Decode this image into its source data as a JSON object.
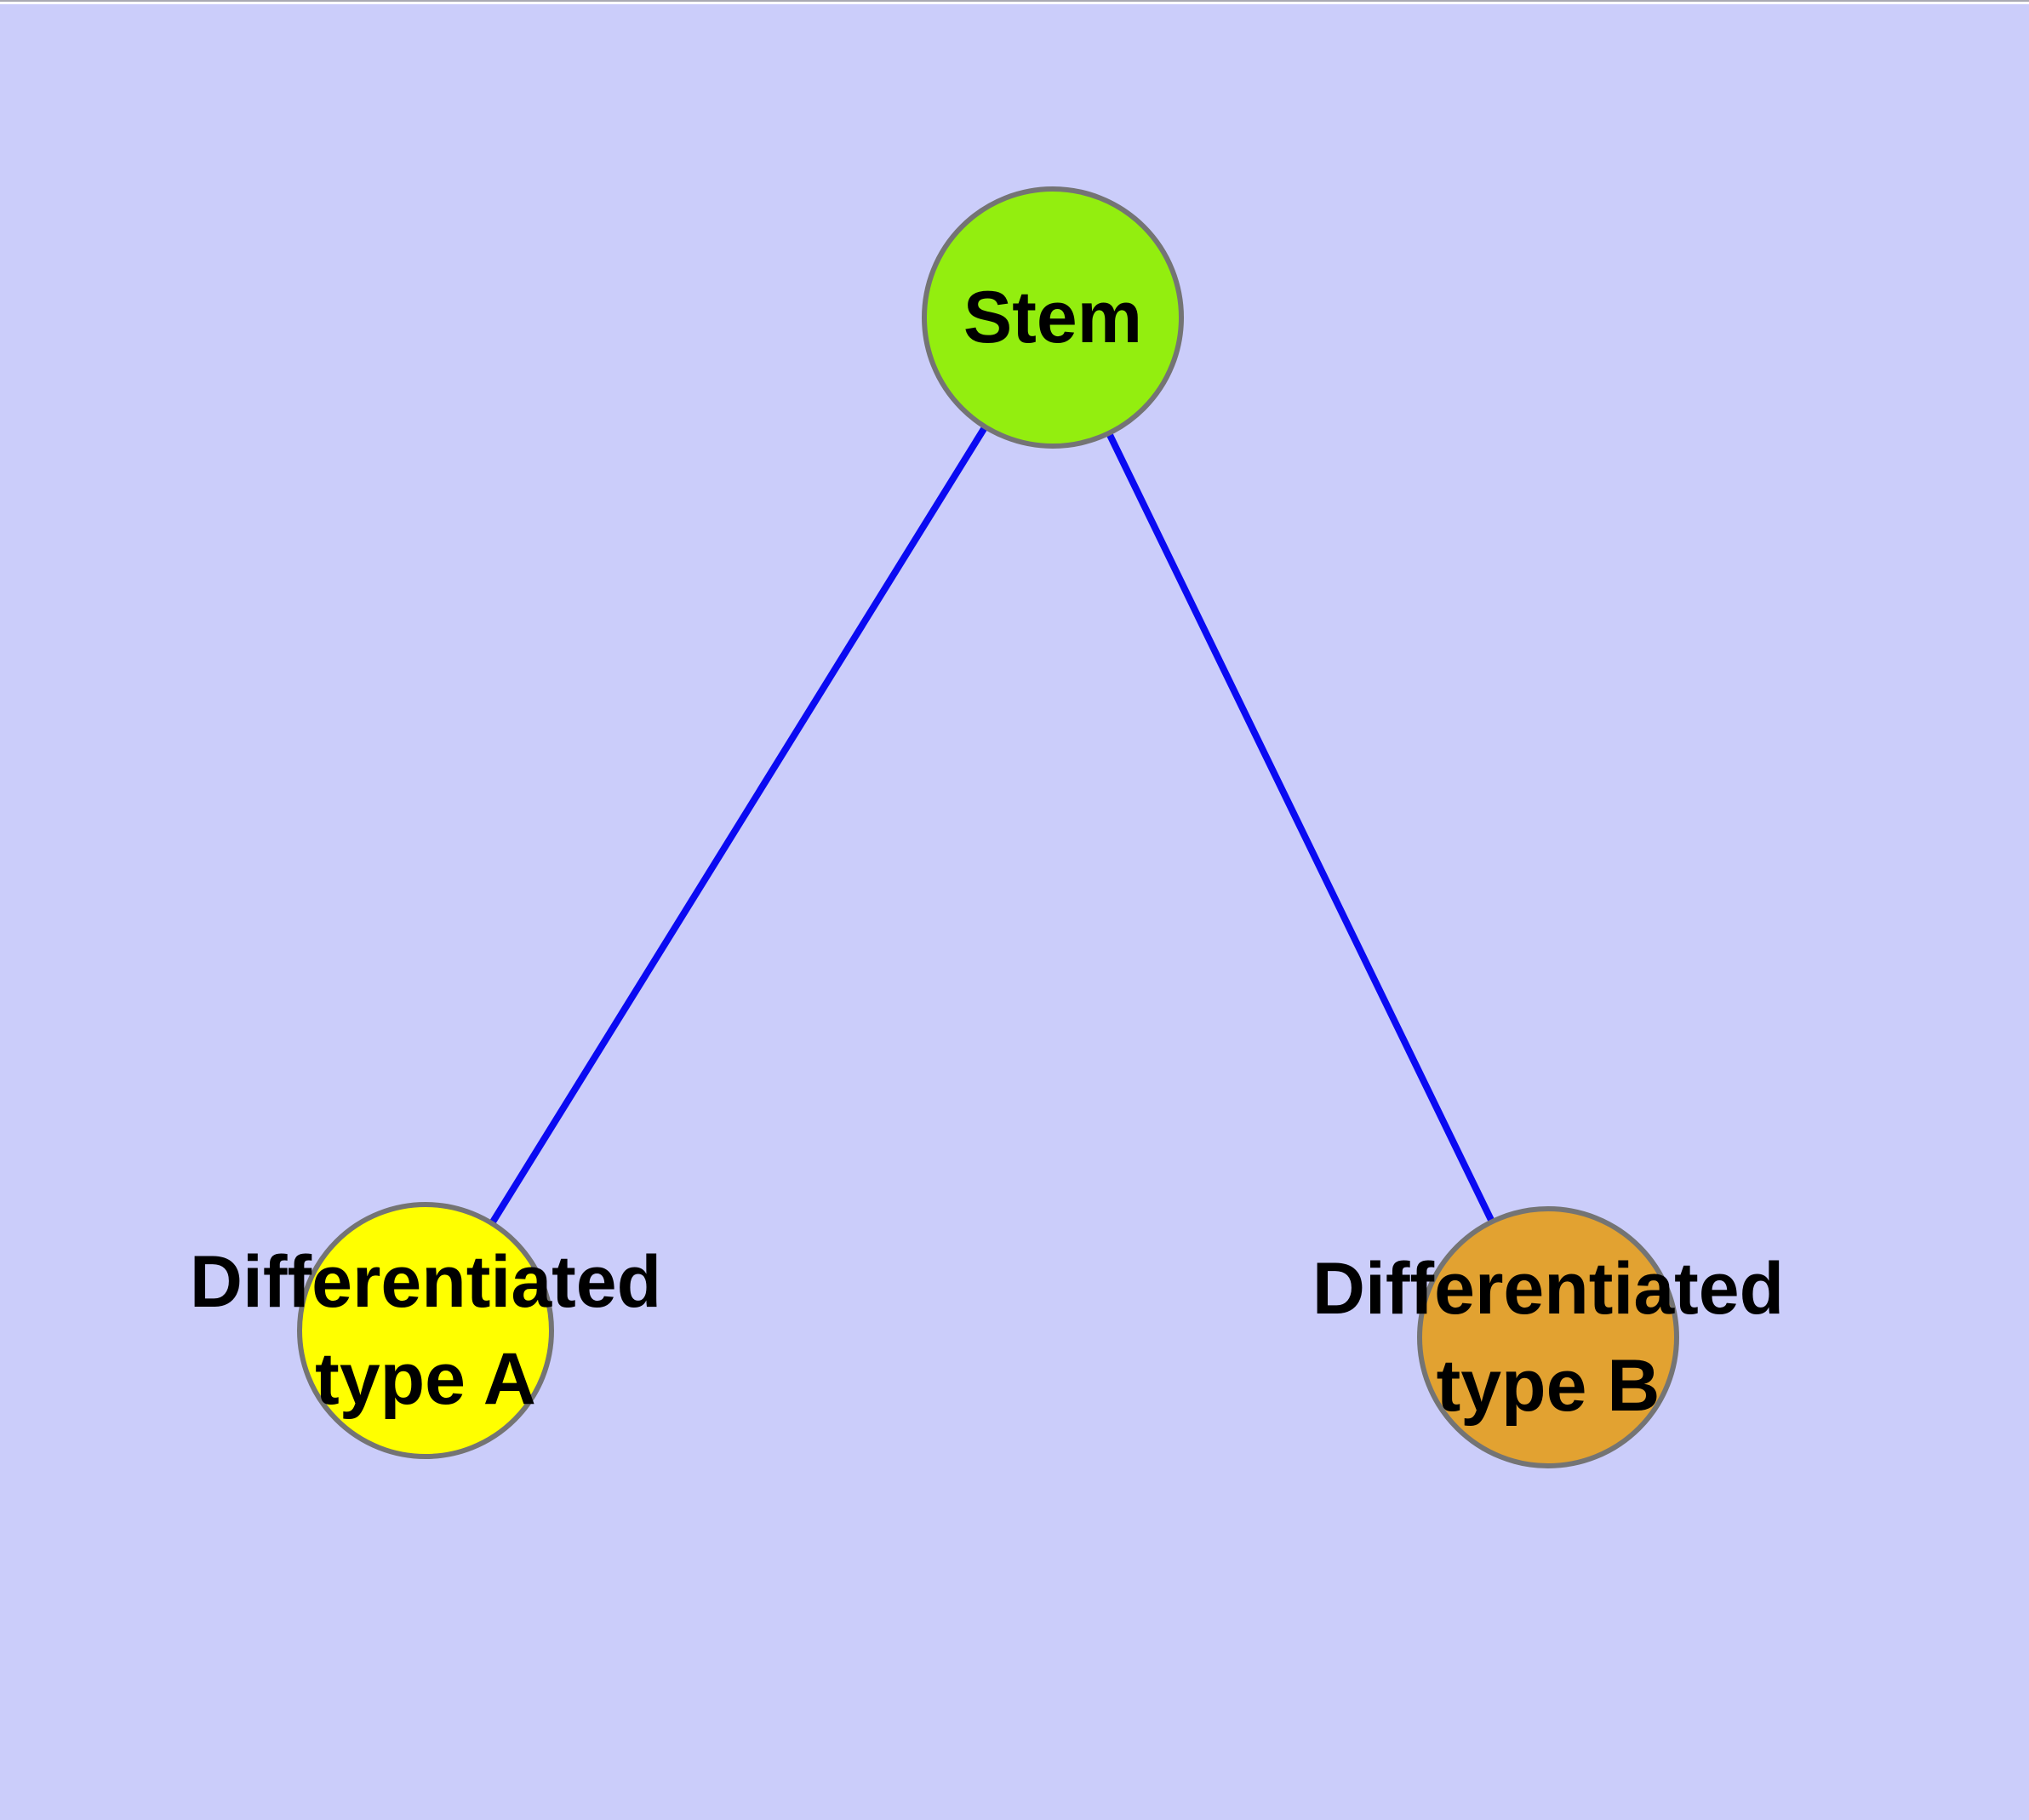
{
  "canvas": {
    "background": "#CBCDFA",
    "top_strip_color": "#FFFFFF",
    "top_strip_edge_color": "#A9A9B2"
  },
  "graph": {
    "label_color": "#000000",
    "node_border_color": "#747474",
    "nodes": [
      {
        "id": "stem",
        "lines": [
          "Stem"
        ],
        "label": "Stem",
        "fill": "#93EE0F"
      },
      {
        "id": "differentiated-type-a",
        "lines": [
          "Differentiated",
          "type A"
        ],
        "label": "Differentiated type A",
        "fill": "#FFFF00"
      },
      {
        "id": "differentiated-type-b",
        "lines": [
          "Differentiated",
          "type B"
        ],
        "label": "Differentiated type B",
        "fill": "#E2A231"
      }
    ],
    "edges": [
      {
        "from": "stem",
        "to": "differentiated-type-a",
        "color": "#0A0AF2"
      },
      {
        "from": "stem",
        "to": "differentiated-type-b",
        "color": "#0A0AF2"
      }
    ]
  }
}
